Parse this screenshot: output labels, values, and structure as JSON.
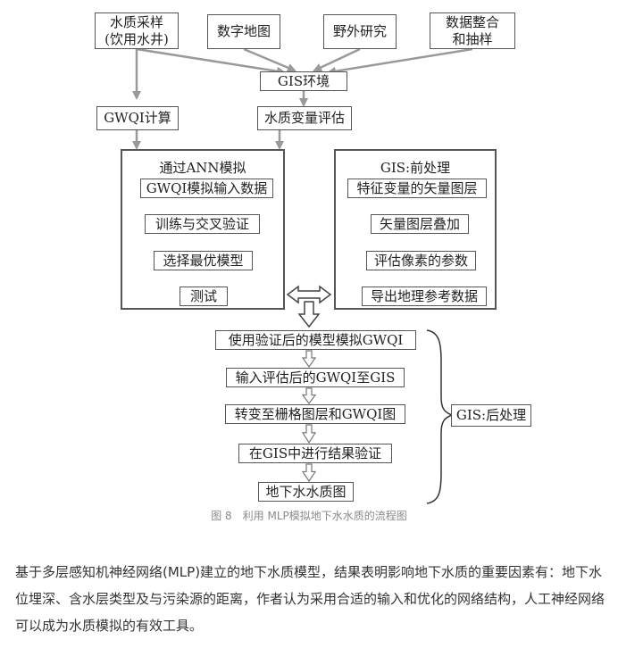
{
  "diagram": {
    "sources": {
      "water_sampling": "水质采样\n(饮用水井)",
      "digital_map": "数字地图",
      "field_research": "野外研究",
      "data_integration": "数据整合\n和抽样"
    },
    "gis_environment": "GIS环境",
    "gwqi_calc": "GWQI计算",
    "water_var_eval": "水质变量评估",
    "ann_panel": {
      "title": "通过ANN模拟",
      "steps": [
        "GWQI模拟输入数据",
        "训练与交叉验证",
        "选择最优模型",
        "测试"
      ]
    },
    "gis_pre_panel": {
      "title": "GIS:前处理",
      "steps": [
        "特征变量的矢量图层",
        "矢量图层叠加",
        "评估像素的参数",
        "导出地理参考数据"
      ]
    },
    "post_steps": [
      "使用验证后的模型模拟GWQI",
      "输入评估后的GWQI至GIS",
      "转变至栅格图层和GWQI图",
      "在GIS中进行结果验证",
      "地下水水质图"
    ],
    "post_label": "GIS:后处理"
  },
  "caption": "图 8　利用 MLP模拟地下水水质的流程图",
  "paragraph": "基于多层感知机神经网络(MLP)建立的地下水质模型，结果表明影响地下水质的重要因素有：地下水位埋深、含水层类型及与污染源的距离，作者认为采用合适的输入和优化的网络结构，人工神经网络可以成为水质模拟的有效工具。",
  "colors": {
    "arrow_gray": "#999999",
    "border": "#555555",
    "caption": "#8a8a8a"
  }
}
